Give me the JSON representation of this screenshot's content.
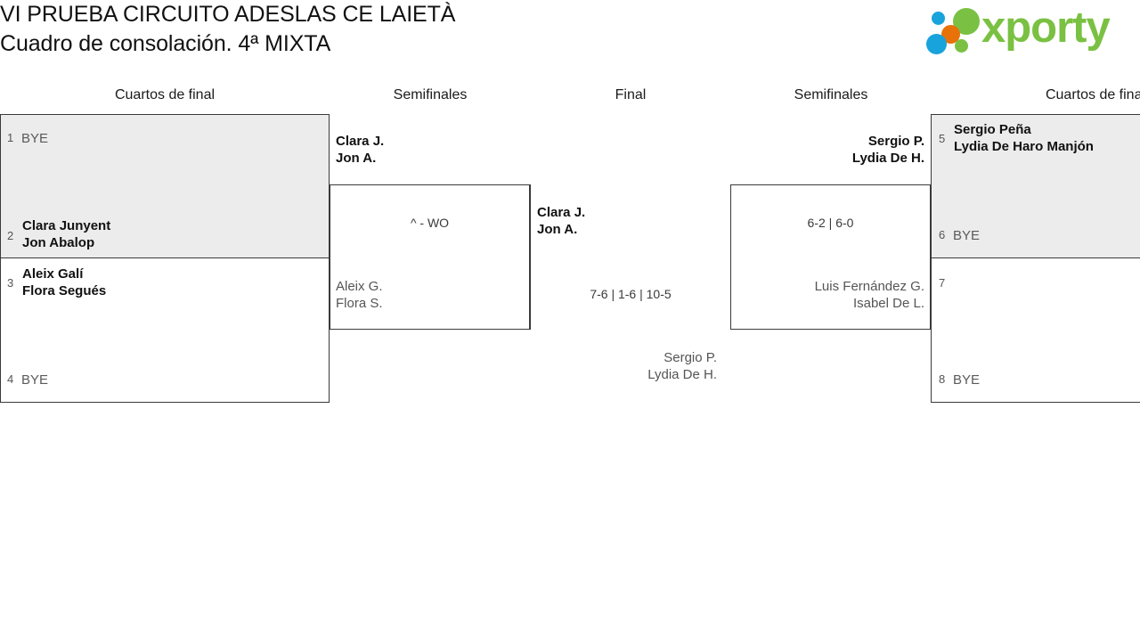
{
  "header": {
    "title_line1": "VI PRUEBA CIRCUITO ADESLAS CE LAIETÀ",
    "title_line2": "Cuadro de consolación. 4ª MIXTA"
  },
  "brand": {
    "name": "xporty",
    "green": "#7ac143",
    "blue": "#19a3dc",
    "orange": "#e8710a"
  },
  "rounds": [
    {
      "id": "qf-left",
      "label": "Cuartos de final"
    },
    {
      "id": "sf-left",
      "label": "Semifinales"
    },
    {
      "id": "final",
      "label": "Final"
    },
    {
      "id": "sf-right",
      "label": "Semifinales"
    },
    {
      "id": "qf-right",
      "label": "Cuartos de final"
    }
  ],
  "quarterfinals_left": [
    {
      "seed": "1",
      "bye": "BYE",
      "players": []
    },
    {
      "seed": "2",
      "bye": "",
      "players": [
        "Clara Junyent",
        "Jon Abalop"
      ]
    },
    {
      "seed": "3",
      "bye": "",
      "players": [
        "Aleix Galí",
        "Flora Segués"
      ]
    },
    {
      "seed": "4",
      "bye": "BYE",
      "players": []
    }
  ],
  "quarterfinals_right": [
    {
      "seed": "5",
      "bye": "",
      "players": [
        "Sergio Peña",
        "Lydia De Haro Manjón"
      ]
    },
    {
      "seed": "6",
      "bye": "BYE",
      "players": []
    },
    {
      "seed": "7",
      "bye": "",
      "players": []
    },
    {
      "seed": "8",
      "bye": "BYE",
      "players": []
    }
  ],
  "semifinal_left": {
    "score": "^ - WO",
    "top": {
      "players": [
        "Clara J.",
        "Jon A."
      ],
      "result": "winner"
    },
    "bottom": {
      "players": [
        "Aleix G.",
        "Flora S."
      ],
      "result": "loser"
    }
  },
  "semifinal_right": {
    "score": "6-2 | 6-0",
    "top": {
      "players": [
        "Sergio P.",
        "Lydia De H."
      ],
      "result": "winner"
    },
    "bottom": {
      "players": [
        "Luis Fernández G.",
        "Isabel De L."
      ],
      "result": "loser"
    }
  },
  "final": {
    "score": "7-6 | 1-6 | 10-5",
    "top": {
      "players": [
        "Clara J.",
        "Jon A."
      ],
      "result": "winner"
    },
    "bottom": {
      "players": [
        "Sergio P.",
        "Lydia De H."
      ],
      "result": "loser"
    }
  }
}
